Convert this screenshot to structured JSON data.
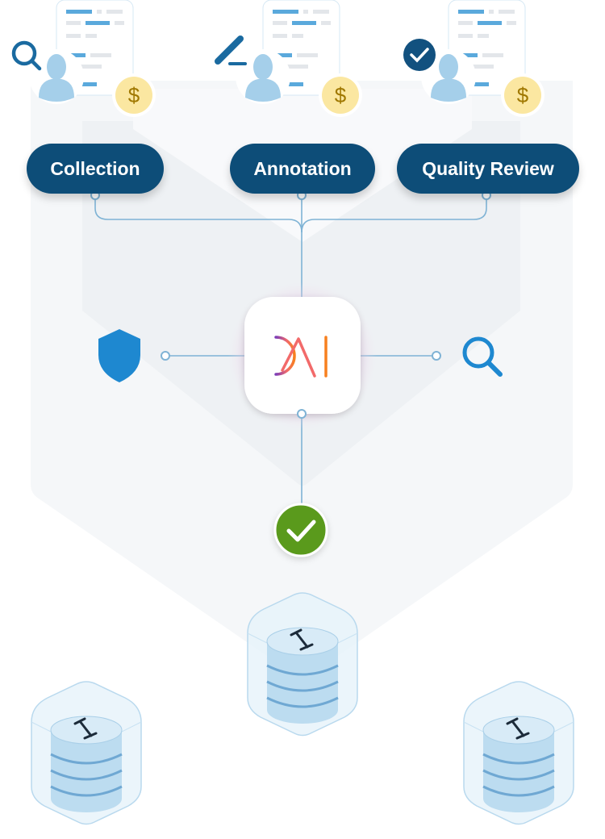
{
  "stages": [
    {
      "label": "Collection",
      "icon": "search-icon"
    },
    {
      "label": "Annotation",
      "icon": "pen-icon"
    },
    {
      "label": "Quality Review",
      "icon": "check-circle-icon"
    }
  ],
  "center_logo": {
    "text": "DAI",
    "icon": "dai-logo"
  },
  "side_icons": {
    "left": "shield-icon",
    "right": "search-icon"
  },
  "result_icon": "check-circle-icon",
  "databases": 3,
  "colors": {
    "pill": "#0d4d78",
    "line": "#7fb3d5",
    "accent_blue": "#1e88d0",
    "success": "#5a9a1e",
    "coin": "#fbe7a1",
    "coin_text": "#a07800"
  }
}
